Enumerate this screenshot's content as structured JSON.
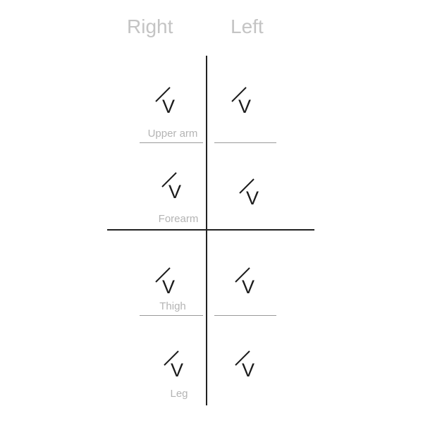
{
  "headers": {
    "right": "Right",
    "left": "Left"
  },
  "segments": {
    "upper_arm": "Upper arm",
    "forearm": "Forearm",
    "thigh": "Thigh",
    "leg": "Leg"
  },
  "mark_glyph": "V",
  "colors": {
    "header": "#c4c4c4",
    "label": "#b4b4b4",
    "line": "#222222",
    "rule": "#9a9a9a"
  }
}
